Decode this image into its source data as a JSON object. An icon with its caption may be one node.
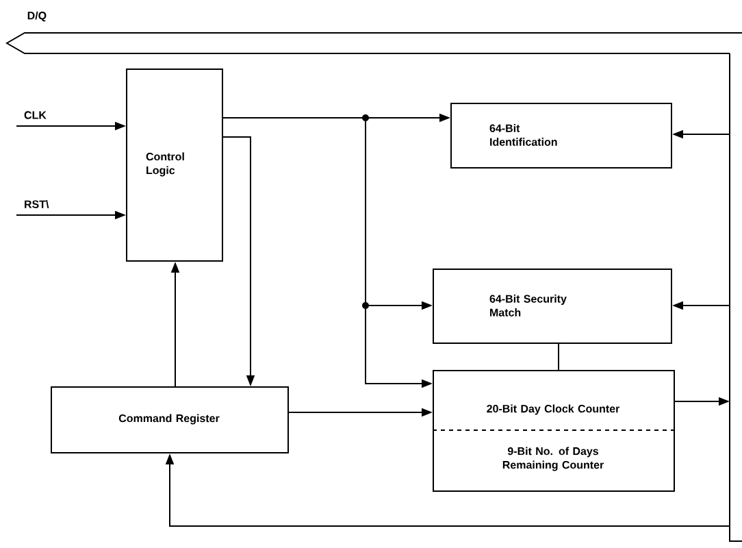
{
  "diagram": {
    "nodes": [
      {
        "text": [
          "Control Logic"
        ]
      },
      {
        "text": [
          "64-Bit Identification"
        ]
      },
      {
        "text": [
          "64-Bit Security Match"
        ]
      },
      {
        "text": [
          "20-Bit Day Clock Counter",
          "9-Bit No. of Days Remaining Counter"
        ]
      },
      {
        "text": [
          "Command Register"
        ]
      },
      {
        "text": [],
        "shape": "bar"
      }
    ],
    "labels": [
      "D/Q"
    ],
    "edges": [
      {
        "from": null,
        "to": 0,
        "arrow": "to",
        "label": "CLK"
      },
      {
        "from": null,
        "to": 0,
        "arrow": "to",
        "label": "RST\\"
      },
      {
        "from": 0,
        "to": 1,
        "arrow": "to"
      },
      {
        "from": 0,
        "to": 2,
        "arrow": "to"
      },
      {
        "from": 0,
        "to": 3,
        "arrow": "to"
      },
      {
        "from": 0,
        "to": 4,
        "arrow": "to"
      },
      {
        "from": 4,
        "to": 0,
        "arrow": "to"
      },
      {
        "from": 4,
        "to": 3,
        "arrow": "to"
      },
      {
        "from": 2,
        "to": 3,
        "arrow": "none"
      },
      {
        "from": 5,
        "to": 1,
        "arrow": "to"
      },
      {
        "from": 5,
        "to": 2,
        "arrow": "to"
      },
      {
        "from": 3,
        "to": 5,
        "arrow": "to"
      },
      {
        "from": 5,
        "to": 4,
        "arrow": "to"
      }
    ]
  }
}
